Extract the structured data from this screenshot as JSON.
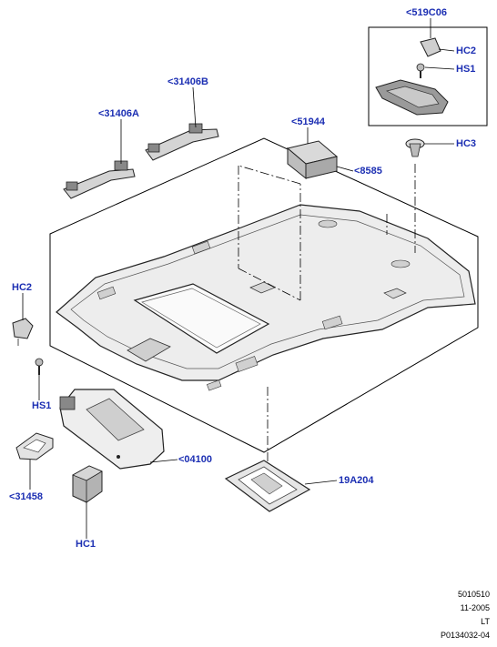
{
  "callouts": {
    "p519c06": "<519C06",
    "hc2_top": "HC2",
    "hs1_top": "HS1",
    "hc3": "HC3",
    "p51944": "<51944",
    "p8585": "<8585",
    "p31406b": "<31406B",
    "p31406a": "<31406A",
    "hc2_left": "HC2",
    "hs1_left": "HS1",
    "p04100": "<04100",
    "p31458": "<31458",
    "hc1": "HC1",
    "p19a204": "19A204"
  },
  "footer": {
    "line1": "5010510",
    "line2": "11-2005",
    "line3": "LT",
    "line4": "P0134032-04"
  },
  "colors": {
    "callout": "#1c2fb3",
    "line": "#000000",
    "part_fill": "#e8e8e8",
    "part_dark": "#555555"
  }
}
